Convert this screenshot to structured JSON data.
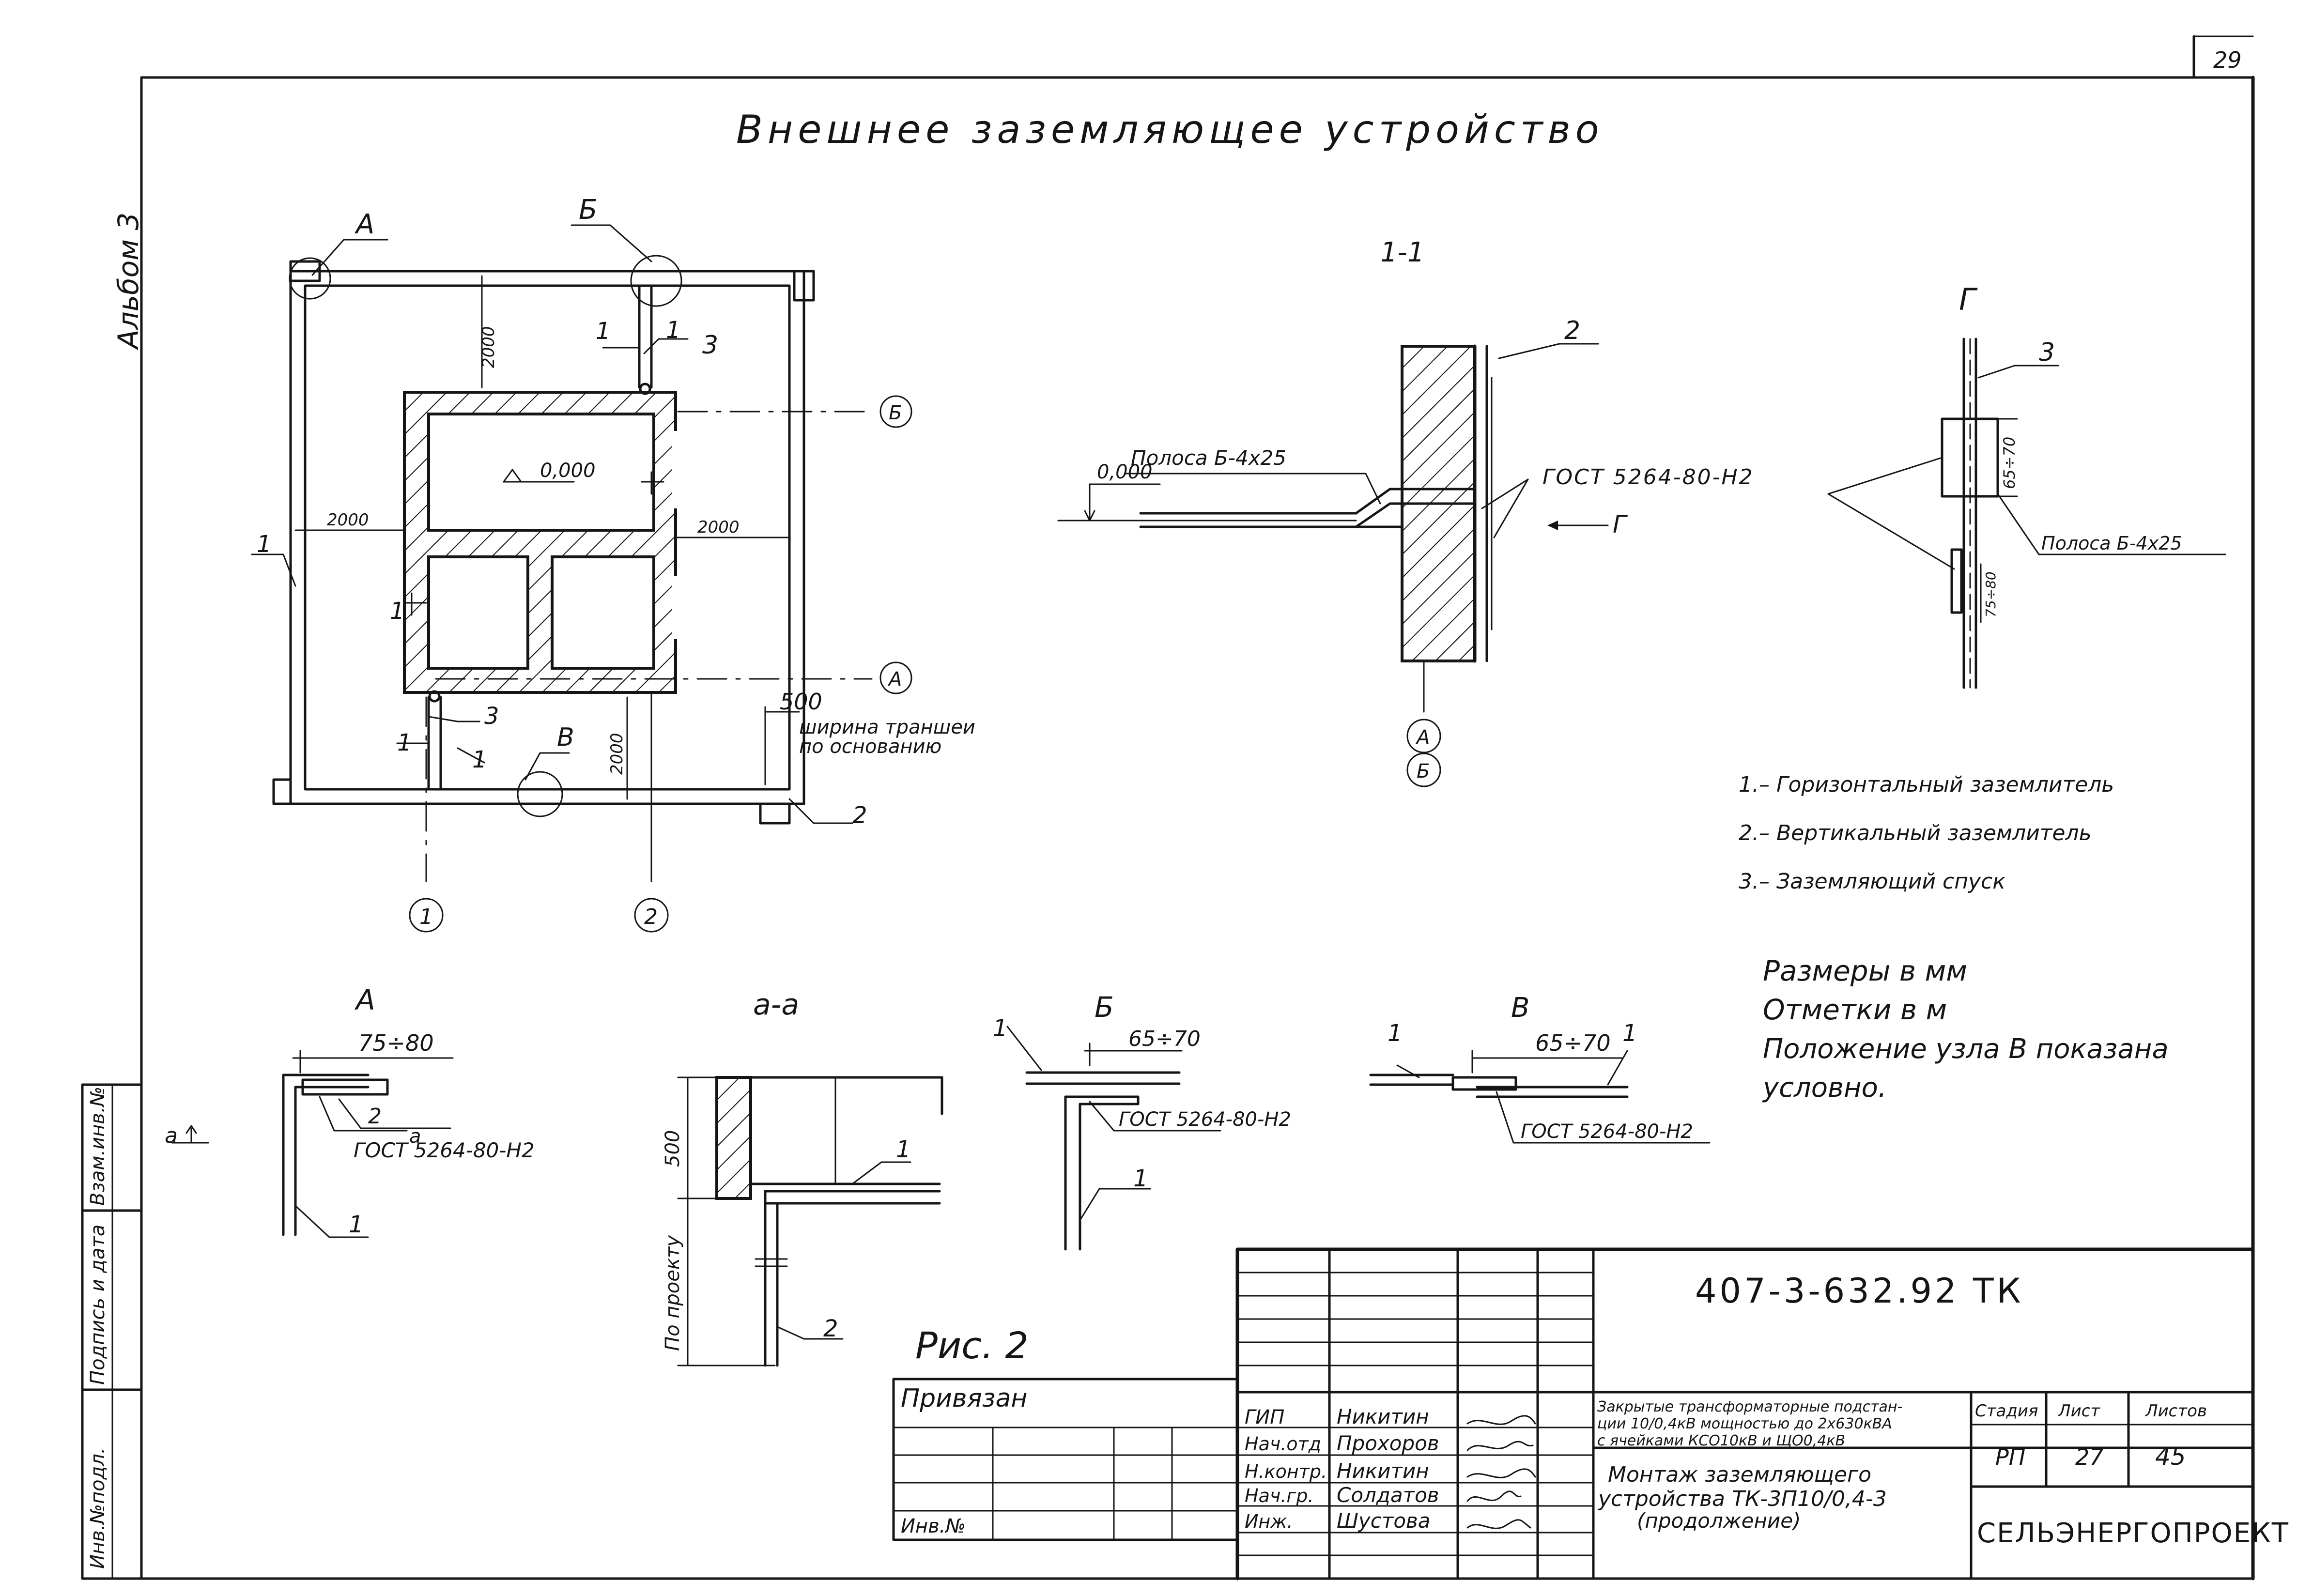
{
  "sheet_number": "29",
  "album": "Альбом 3",
  "title": "Внешнее заземляющее устройство",
  "plan": {
    "node_a": "А",
    "node_b": "Б",
    "node_v": "В",
    "dim_2000_top": "2000",
    "dim_2000_left": "2000",
    "dim_2000_right": "2000",
    "dim_2000_bottom": "2000",
    "dim_500": "500",
    "elev": "0,000",
    "trench_line1": "ширина траншеи",
    "trench_line2": "по основанию",
    "axis_b": "Б",
    "axis_a": "А",
    "axis_1": "1",
    "axis_2": "2",
    "callouts": [
      "1",
      "1",
      "3",
      "1",
      "1",
      "1",
      "3",
      "1",
      "2"
    ]
  },
  "section_11": {
    "title": "1-1",
    "strip": "Полоса Б-4х25",
    "elev": "0,000",
    "gost": "ГОСТ 5264-80-Н2",
    "arrow": "Г",
    "callout_2": "2",
    "axis_a": "А",
    "axis_b": "Б"
  },
  "view_g": {
    "title": "Г",
    "callout_3": "3",
    "dim_65_70": "65÷70",
    "dim_75_80": "75÷80",
    "strip": "Полоса Б-4х25"
  },
  "legend": [
    "1.– Горизонтальный заземлитель",
    "2.– Вертикальный заземлитель",
    "3.– Заземляющий спуск"
  ],
  "notes": [
    "Размеры в мм",
    "Отметки в м",
    "Положение узла В показана",
    "условно."
  ],
  "detail_a": {
    "title": "А",
    "dim": "75÷80",
    "gost": "ГОСТ 5264-80-Н2",
    "section_mark": "а",
    "label_2": "2",
    "label_1": "1"
  },
  "detail_aa": {
    "title": "а-а",
    "dim_500": "500",
    "po_proektu": "По проекту",
    "label_1": "1",
    "label_2": "2"
  },
  "detail_b": {
    "title": "Б",
    "dim": "65÷70",
    "gost": "ГОСТ 5264-80-Н2",
    "label_1a": "1",
    "label_1b": "1"
  },
  "detail_v": {
    "title": "В",
    "dim": "65÷70",
    "gost": "ГОСТ 5264-80-Н2",
    "label_1a": "1",
    "label_1b": "1"
  },
  "fig_caption": "Рис. 2",
  "side_stamps": [
    "Инв.№подл.",
    "Подпись и дата",
    "Взам.инв.№"
  ],
  "title_block": {
    "code": "407-3-632.92 ТК",
    "privyazan": "Привязан",
    "inv_no": "Инв.№",
    "roles": [
      "ГИП",
      "Нач.отд",
      "Н.контр.",
      "Нач.гр.",
      "Инж."
    ],
    "names": [
      "Никитин",
      "Прохоров",
      "Никитин",
      "Солдатов",
      "Шустова"
    ],
    "project_line1": "Закрытые трансформаторные подстан-",
    "project_line2": "ции 10/0,4кВ мощностью до 2х630кВА",
    "project_line3": "с ячейками КСО10кВ и ЩО0,4кВ",
    "sheet_title_line1": "Монтаж заземляющего",
    "sheet_title_line2": "устройства ТК-3П10/0,4-3",
    "sheet_title_line3": "(продолжение)",
    "stage_label": "Стадия",
    "list_label": "Лист",
    "lists_label": "Листов",
    "stage": "РП",
    "list": "27",
    "lists": "45",
    "org": "СЕЛЬЭНЕРГОПРОЕКТ"
  }
}
